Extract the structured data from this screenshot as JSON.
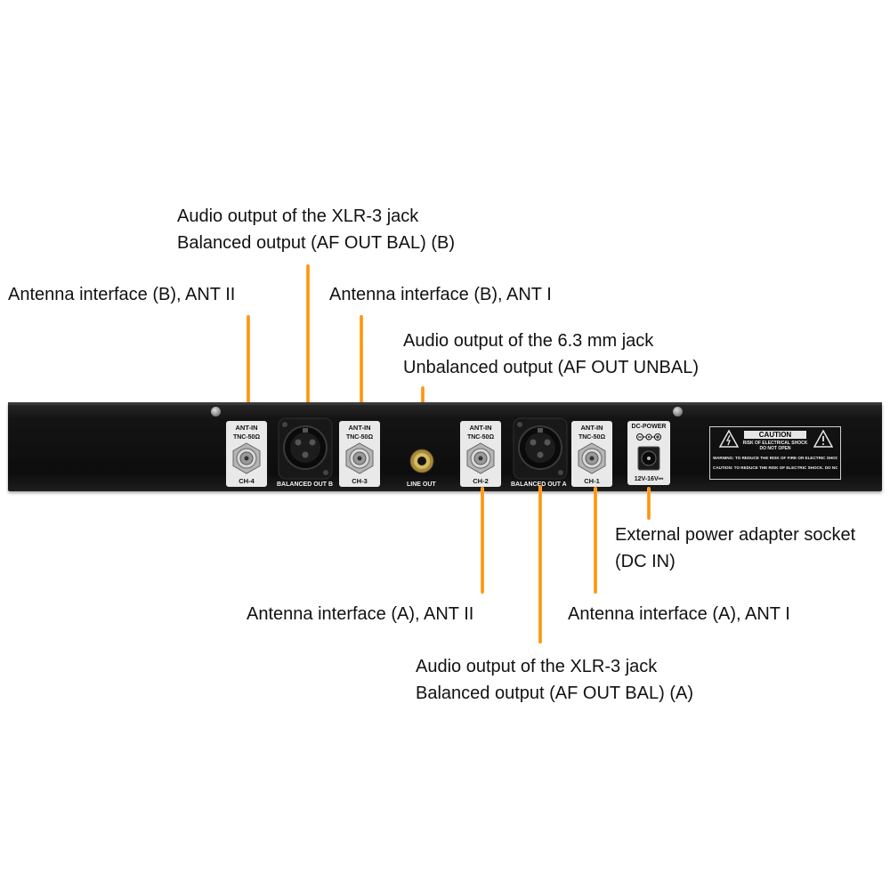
{
  "callouts": {
    "xlr_b_line1": "Audio output of the XLR-3 jack",
    "xlr_b_line2": "Balanced output (AF OUT BAL) (B)",
    "ant_b_ii": "Antenna interface (B), ANT II",
    "ant_b_i": "Antenna interface (B), ANT I",
    "jack_line1": "Audio output of the 6.3 mm jack",
    "jack_line2": "Unbalanced  output (AF OUT UNBAL)",
    "dc_line1": "External power adapter socket",
    "dc_line2": "(DC IN)",
    "ant_a_ii": "Antenna interface (A), ANT II",
    "ant_a_i": "Antenna interface (A), ANT I",
    "xlr_a_line1": "Audio output of the XLR-3 jack",
    "xlr_a_line2": "Balanced output (AF OUT BAL) (A)"
  },
  "panel": {
    "ant_in": "ANT-IN",
    "tnc": "TNC-50Ω",
    "ch4": "CH-4",
    "ch3": "CH-3",
    "ch2": "CH-2",
    "ch1": "CH-1",
    "balanced_out_b": "BALANCED OUT B",
    "balanced_out_a": "BALANCED OUT A",
    "line_out": "LINE OUT",
    "dc_power": "DC-POWER",
    "dc_voltage": "12V-16V⎓",
    "caution_title": "CAUTION",
    "caution_sub1": "RISK OF ELECTRICAL SHOCK",
    "caution_sub2": "DO NOT OPEN",
    "caution_warning": "WARNING: TO REDUCE THE RISK OF FIRE OR ELECTRIC SHOCK DO NOT EXPOSE THIS EQUIPMENT TO RAIN OR MOISTURE.",
    "caution_caution": "CAUTION: TO REDUCE THE RISK OF ELECTRIC SHOCK. DO NOT REMOVEBACK. NO USER SERVICEABLE PARTS INSIDE REFER SERVICING TO QUALIFIED SERVICE PERSONNEL."
  },
  "colors": {
    "leader": "#ff8a00",
    "panel": "#111111",
    "plate": "#e9e9e9"
  }
}
